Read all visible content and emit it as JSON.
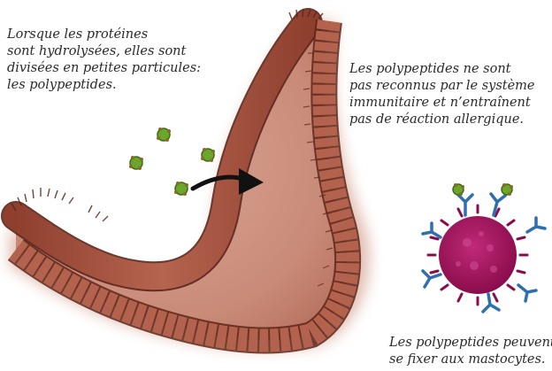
{
  "captions": {
    "hydrolysis": "Lorsque les protéines\nsont hydrolysées, elles sont\ndivisées en petites particules:\nles polypeptides.",
    "not_recognized": "Les polypeptides ne sont\npas reconnus par le système\nimmunitaire et n’entraînent\npas de réaction allergique.",
    "mastocytes": "Les polypeptides peuvent\nse fixer aux mastocytes."
  },
  "colors": {
    "text": "#2a2a2a",
    "lumen": "#c98a78",
    "cell": "#a85a48",
    "cell_border": "#5a2418",
    "mast_cell": "#a1105a",
    "polypeptide": "#6aa62a",
    "receptor": "#2f6fb0",
    "arrow": "#111111"
  }
}
